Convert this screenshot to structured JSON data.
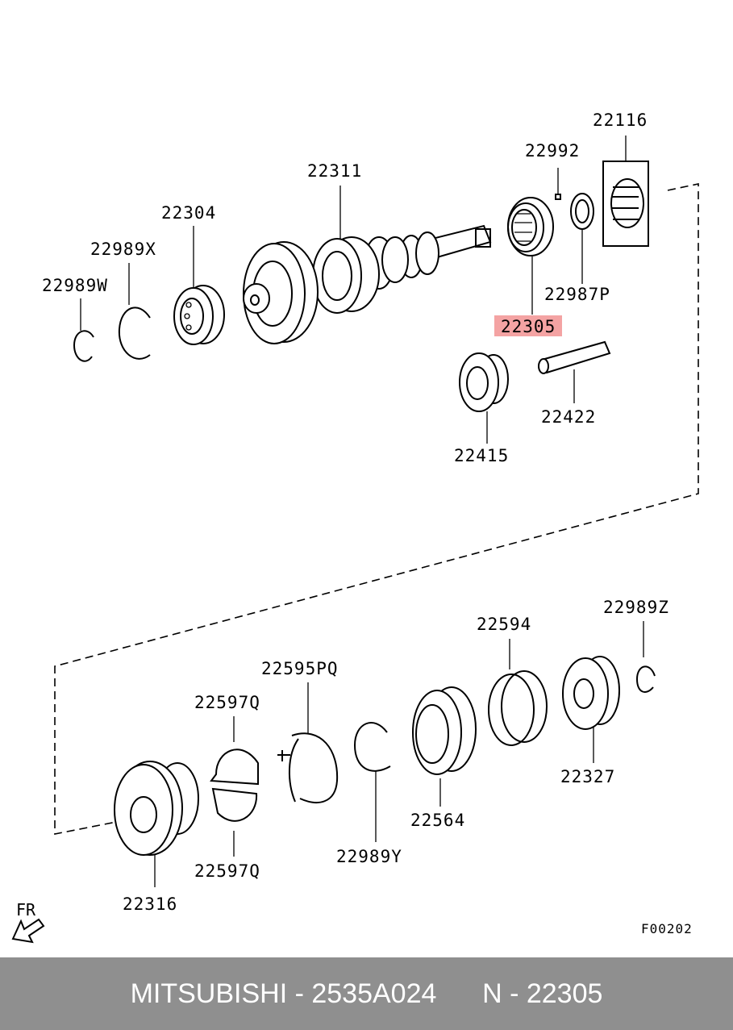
{
  "parts": {
    "p22116": "22116",
    "p22992": "22992",
    "p22311": "22311",
    "p22304": "22304",
    "p22989X": "22989X",
    "p22989W": "22989W",
    "p22987P": "22987P",
    "p22305": "22305",
    "p22422": "22422",
    "p22415": "22415",
    "p22594": "22594",
    "p22989Z": "22989Z",
    "p22595PQ": "22595PQ",
    "p22597Q_top": "22597Q",
    "p22597Q_bottom": "22597Q",
    "p22564": "22564",
    "p22327": "22327",
    "p22989Y": "22989Y",
    "p22316": "22316"
  },
  "highlight_color": "#f4a3a3",
  "figure_code": "F00202",
  "direction_label": "FR",
  "footer": {
    "text": "MITSUBISHI - 2535A024      N - 22305",
    "background": "#8f8f8f"
  }
}
